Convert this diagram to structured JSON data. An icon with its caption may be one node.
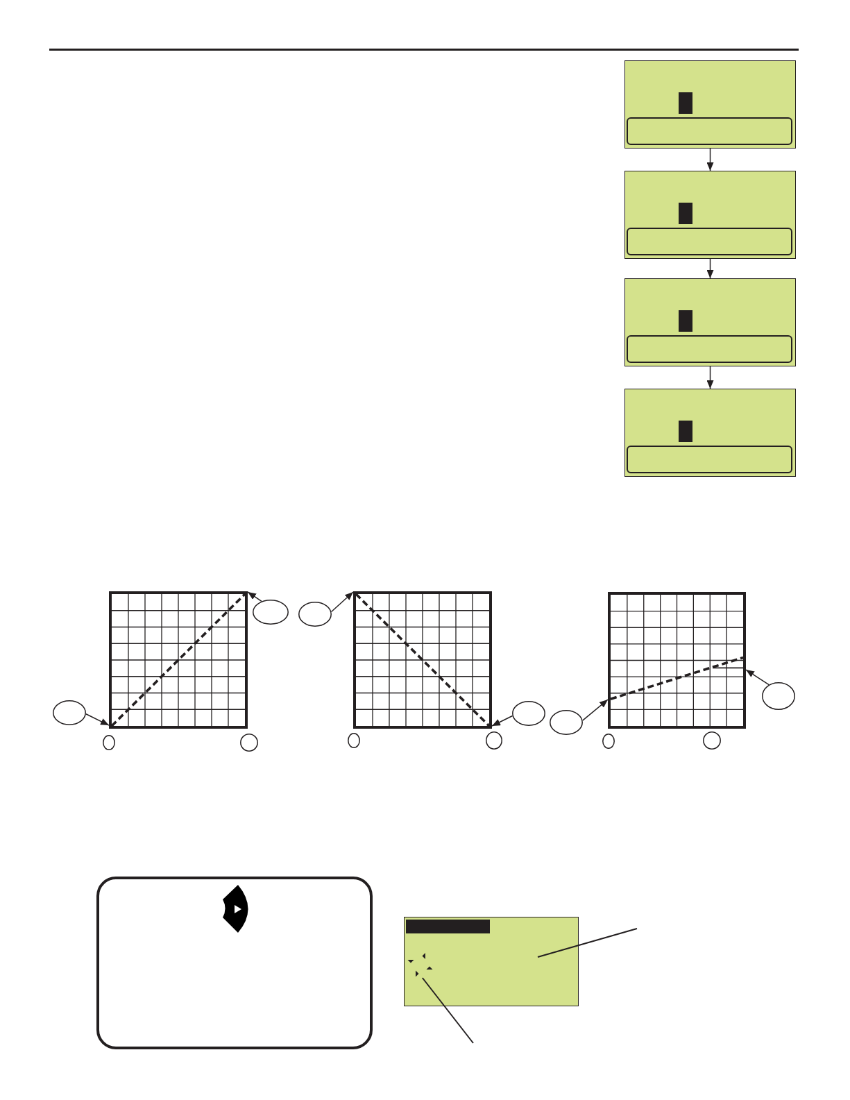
{
  "diagram": {
    "nodes": [
      {
        "text": [],
        "shape": "box"
      },
      {
        "text": [],
        "shape": "box",
        "in": 0
      },
      {
        "text": [],
        "shape": "box"
      },
      {
        "text": [],
        "shape": "box",
        "in": 2
      },
      {
        "text": [],
        "shape": "box"
      },
      {
        "text": [],
        "shape": "box",
        "in": 4
      },
      {
        "text": [],
        "shape": "box"
      },
      {
        "text": [],
        "shape": "box",
        "in": 6
      },
      {
        "text": [],
        "shape": "ellipse"
      },
      {
        "text": [],
        "shape": "picture"
      },
      {
        "text": [],
        "shape": "ellipse"
      },
      {
        "text": [],
        "shape": "ellipse"
      },
      {
        "text": [],
        "shape": "ellipse"
      },
      {
        "text": [],
        "shape": "ellipse"
      },
      {
        "text": [],
        "shape": "picture"
      },
      {
        "text": [],
        "shape": "ellipse"
      },
      {
        "text": [],
        "shape": "ellipse"
      },
      {
        "text": [],
        "shape": "ellipse"
      },
      {
        "text": [],
        "shape": "ellipse"
      },
      {
        "text": [],
        "shape": "picture"
      },
      {
        "text": [],
        "shape": "ellipse"
      },
      {
        "text": [],
        "shape": "ellipse"
      },
      {
        "text": [],
        "shape": "ellipse"
      },
      {
        "text": [],
        "shape": "box"
      },
      {
        "text": [],
        "shape": "box"
      },
      {
        "text": [],
        "shape": "picture",
        "in": 24
      }
    ],
    "edges": [
      {
        "from": 0,
        "to": 2,
        "arrow": "to"
      },
      {
        "from": 2,
        "to": 4,
        "arrow": "to"
      },
      {
        "from": 4,
        "to": 6,
        "arrow": "to"
      },
      {
        "from": 8,
        "to": 9,
        "arrow": "to"
      },
      {
        "from": 12,
        "to": 9,
        "arrow": "to"
      },
      {
        "from": 13,
        "to": 14,
        "arrow": "to"
      },
      {
        "from": 17,
        "to": 14,
        "arrow": "to"
      },
      {
        "from": 18,
        "to": 19,
        "arrow": "to"
      },
      {
        "from": 22,
        "to": 19,
        "arrow": "to"
      },
      {
        "from": null,
        "to": 25,
        "arrow": "none"
      }
    ]
  }
}
